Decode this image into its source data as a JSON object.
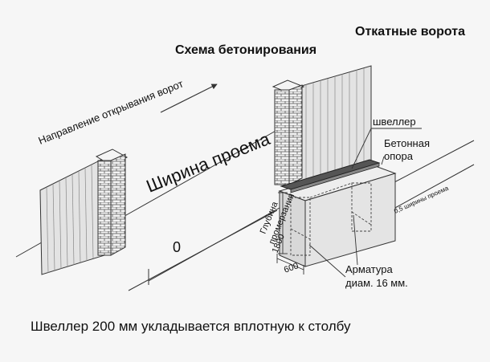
{
  "title_main": "Откатные ворота",
  "title_sub": "Схема бетонирования",
  "labels": {
    "opening_direction": "Направление открывания ворот",
    "opening_width": "Ширина проема",
    "zero": "0",
    "channel": "швеллер",
    "concrete_support_line1": "Бетонная",
    "concrete_support_line2": "опора",
    "half_opening": "0,5 ширины проема",
    "freeze_depth_line1": "Глубина",
    "freeze_depth_line2": "промерзания",
    "freeze_depth_value": "1800",
    "width_600": "600",
    "rebar_line1": "Арматура",
    "rebar_line2": "диам. 16 мм."
  },
  "caption": "Швеллер 200 мм укладывается вплотную к столбу",
  "colors": {
    "line": "#333333",
    "panel": "#e2e2e2",
    "concrete": "#d6d6d6",
    "channel": "#666666"
  }
}
